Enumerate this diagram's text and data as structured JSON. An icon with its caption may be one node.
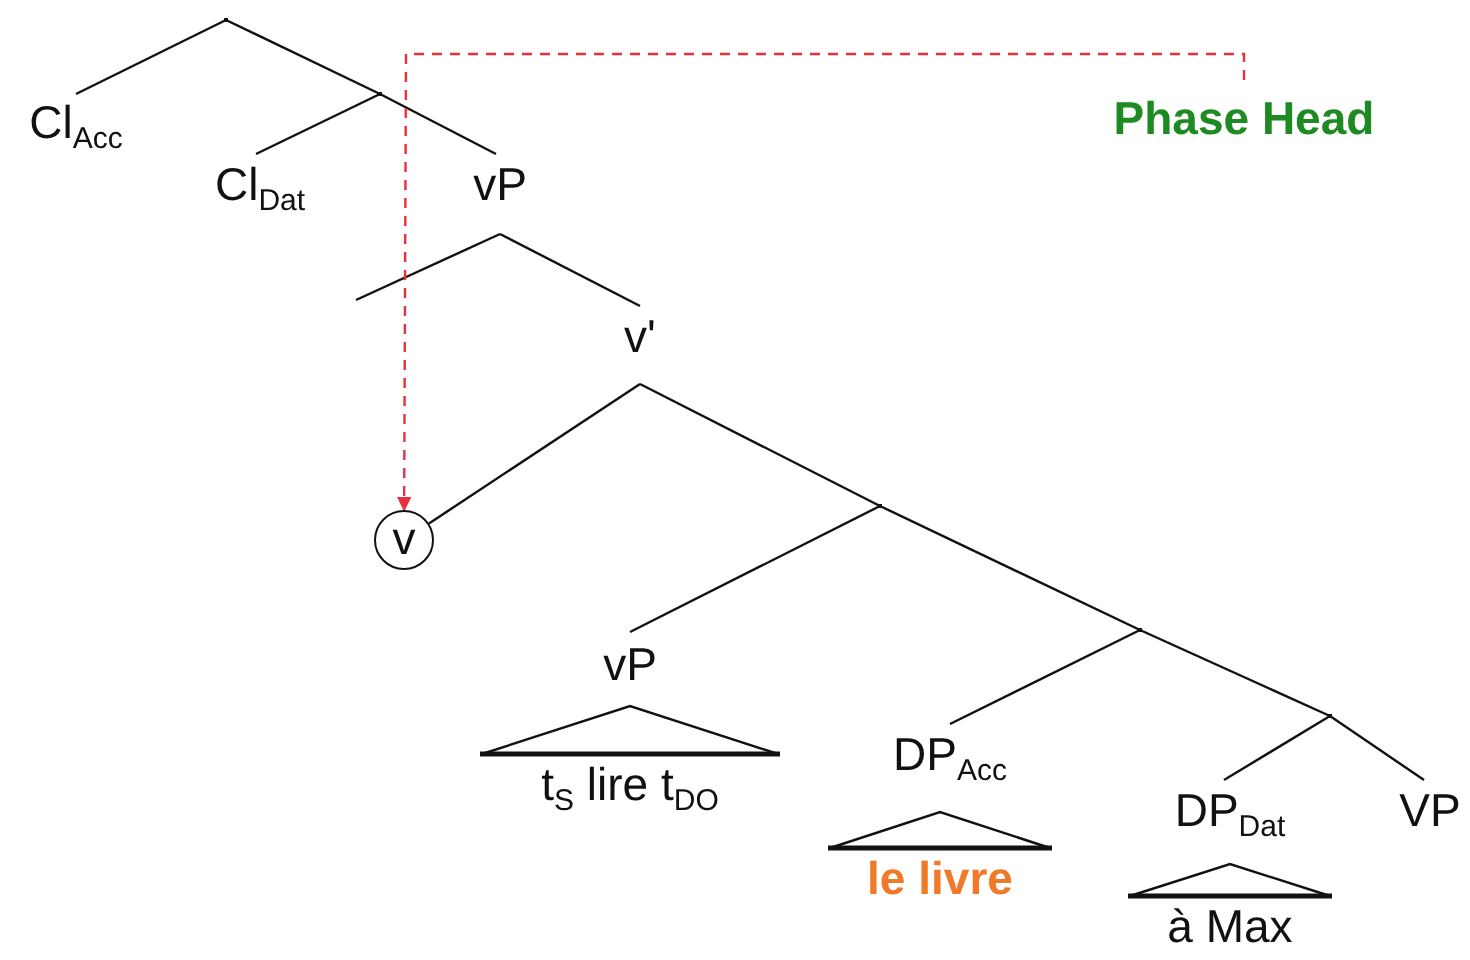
{
  "diagram": {
    "nodes": [
      {
        "text": [],
        "shape": "point"
      },
      {
        "text": [
          "Cl$_{Acc}$"
        ]
      },
      {
        "text": [],
        "shape": "point"
      },
      {
        "text": [
          "Phase Head"
        ]
      },
      {
        "text": [
          "Cl$_{Dat}$"
        ]
      },
      {
        "text": [
          "vP"
        ]
      },
      {
        "text": [
          "v'"
        ]
      },
      {
        "text": [
          "v"
        ]
      },
      {
        "text": [],
        "shape": "point"
      },
      {
        "text": [],
        "shape": "point"
      },
      {
        "text": [
          "vP"
        ]
      },
      {
        "text": [
          "t$_{S}$ lire t$_{DO}$"
        ]
      },
      {
        "text": [],
        "shape": "point"
      },
      {
        "text": [
          "DP$_{Acc}$"
        ]
      },
      {
        "text": [
          "le livre"
        ]
      },
      {
        "text": [
          "DP$_{Dat}$"
        ]
      },
      {
        "text": [
          "VP"
        ]
      },
      {
        "text": [
          "à Max"
        ]
      }
    ],
    "edges": [
      {
        "from": 0,
        "to": 1,
        "arrow": "none"
      },
      {
        "from": 0,
        "to": 2,
        "arrow": "none"
      },
      {
        "from": 2,
        "to": 4,
        "arrow": "none"
      },
      {
        "from": 2,
        "to": 5,
        "arrow": "none"
      },
      {
        "from": 5,
        "to": null,
        "arrow": "none"
      },
      {
        "from": 5,
        "to": 6,
        "arrow": "none"
      },
      {
        "from": 6,
        "to": 7,
        "arrow": "none"
      },
      {
        "from": 6,
        "to": 8,
        "arrow": "none"
      },
      {
        "from": 8,
        "to": 10,
        "arrow": "none"
      },
      {
        "from": 8,
        "to": 9,
        "arrow": "none"
      },
      {
        "from": 9,
        "to": 13,
        "arrow": "none"
      },
      {
        "from": 9,
        "to": 12,
        "arrow": "none"
      },
      {
        "from": 12,
        "to": 15,
        "arrow": "none"
      },
      {
        "from": 12,
        "to": 16,
        "arrow": "none"
      },
      {
        "from": 3,
        "to": 7,
        "arrow": "to",
        "style": "dashed",
        "color": "#e8313a"
      }
    ]
  }
}
